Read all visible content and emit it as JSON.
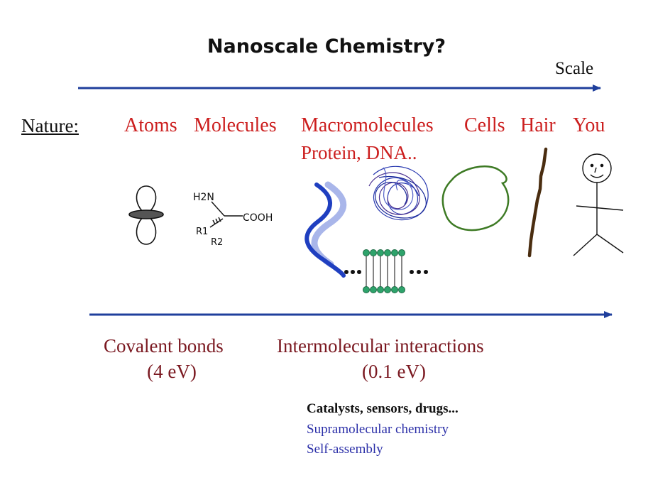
{
  "title": "Nanoscale Chemistry?",
  "axis_label": "Scale",
  "nature_label": "Nature:",
  "nature_items": [
    "Atoms",
    "Molecules",
    "Macromolecules",
    "Cells",
    "Hair",
    "You"
  ],
  "macromolecule_examples": "Protein, DNA..",
  "molecule_labels": {
    "amine": "H2N",
    "acid": "COOH",
    "r1": "R1",
    "r2": "R2"
  },
  "interactions": [
    {
      "label": "Covalent bonds",
      "value": "(4 eV)"
    },
    {
      "label": "Intermolecular interactions",
      "value": "(0.1 eV)"
    }
  ],
  "applications": {
    "line1": "Catalysts, sensors, drugs...",
    "line2": "Supramolecular chemistry",
    "line3": "Self-assembly"
  },
  "colors": {
    "arrow": "#1f3f9c",
    "nature_items": "#cc1f1f",
    "interactions": "#7a1820",
    "applications_highlight": "#2b2fa8",
    "dna": "#1f3fc0",
    "cell": "#3d7a24",
    "hair": "#4a2d10",
    "membrane": "#2ea36b"
  }
}
